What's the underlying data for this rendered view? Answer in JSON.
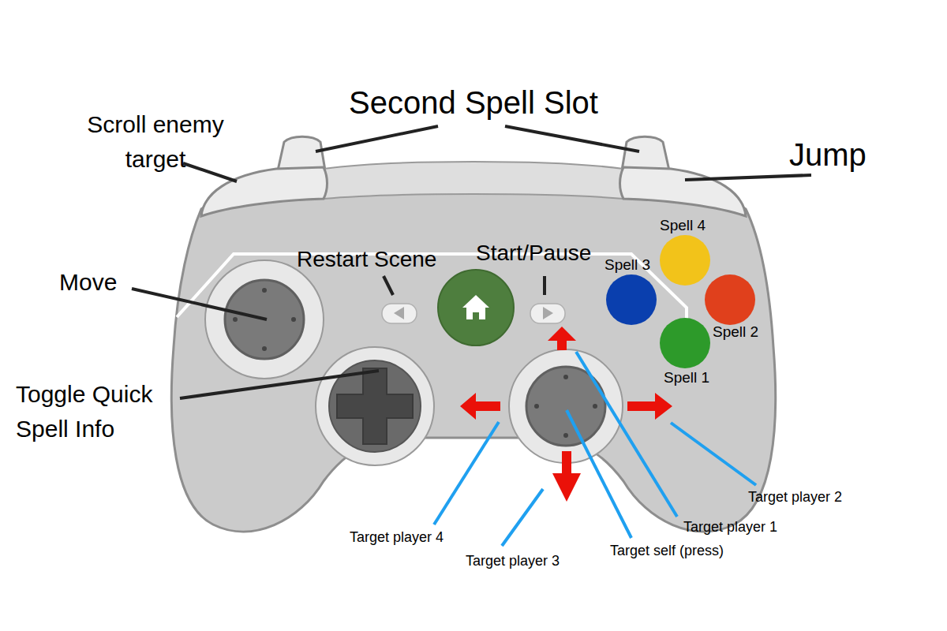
{
  "diagram": {
    "labels": [
      "Second Spell Slot",
      "Scroll enemy target",
      "Jump",
      "Spell 4",
      "Restart Scene",
      "Start/Pause",
      "Spell 3",
      "Move",
      "Spell 2",
      "Spell 1",
      "Toggle Quick Spell Info",
      "Target player 2",
      "Target player 1",
      "Target player 4",
      "Target self (press)",
      "Target player 3"
    ]
  }
}
